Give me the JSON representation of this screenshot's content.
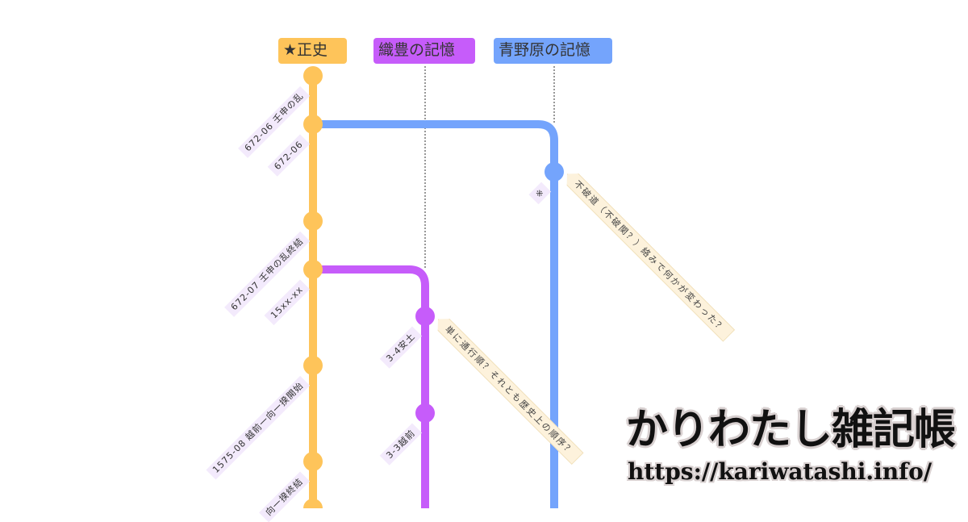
{
  "colors": {
    "main": "#fec45a",
    "shokuho": "#c65cfa",
    "aonohara": "#74a4fc",
    "label_bg": "#f3eafc",
    "note_bg": "#fdf2dc"
  },
  "branches": [
    {
      "name": "★正史"
    },
    {
      "name": "織豊の記憶"
    },
    {
      "name": "青野原の記憶"
    }
  ],
  "commits": {
    "main": [
      "672-06 壬申の乱",
      "672-06",
      "672-07 壬申の乱終結",
      "15xx-xx",
      "1575-08 越前一向一揆開始",
      "向一揆終結",
      ""
    ],
    "aonohara": [
      "※"
    ],
    "shokuho": [
      "3-4安土",
      "3-3越前"
    ]
  },
  "notes": {
    "aonohara": "不破道（不破関？）絡みで何かが変わった？",
    "shokuho": "単に通行順？それとも歴史上の順序？"
  },
  "watermark": {
    "title": "かりわたし雑記帳",
    "url": "https://kariwatashi.info/"
  }
}
